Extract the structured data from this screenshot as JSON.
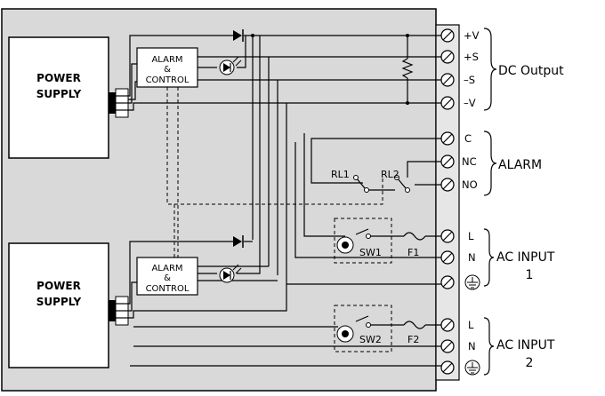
{
  "power_supplies": [
    {
      "line1": "POWER",
      "line2": "SUPPLY"
    },
    {
      "line1": "POWER",
      "line2": "SUPPLY"
    }
  ],
  "alarm_controls": [
    {
      "line1": "ALARM",
      "line2": "&",
      "line3": "CONTROL"
    },
    {
      "line1": "ALARM",
      "line2": "&",
      "line3": "CONTROL"
    }
  ],
  "terminals": {
    "dc": [
      "+V",
      "+S",
      "–S",
      "–V"
    ],
    "alarm": [
      "C",
      "NC",
      "NO"
    ],
    "ac1": [
      "L",
      "N"
    ],
    "ac2": [
      "L",
      "N"
    ]
  },
  "relays": [
    "RL1",
    "RL2"
  ],
  "switches": [
    "SW1",
    "SW2"
  ],
  "fuses": [
    "F1",
    "F2"
  ],
  "groups": {
    "dc_output": "DC Output",
    "alarm": "ALARM",
    "ac1_line1": "AC INPUT",
    "ac1_line2": "1",
    "ac2_line1": "AC INPUT",
    "ac2_line2": "2"
  },
  "colors": {
    "panel": "#d9d9d9",
    "box": "#ffffff",
    "line": "#000000"
  }
}
